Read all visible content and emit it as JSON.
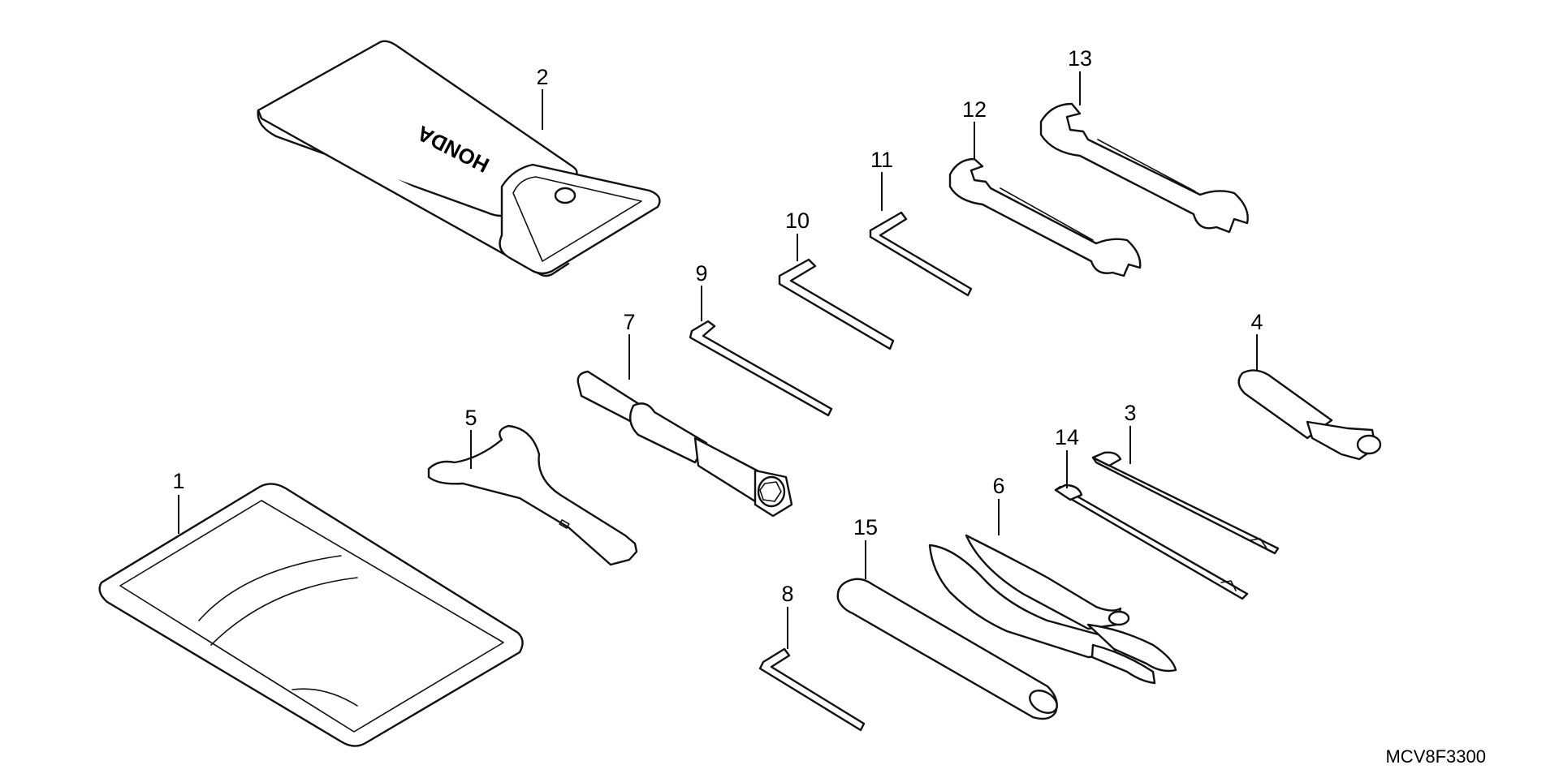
{
  "diagram": {
    "callouts": {
      "c1": "1",
      "c2": "2",
      "c3": "3",
      "c4": "4",
      "c5": "5",
      "c6": "6",
      "c7": "7",
      "c8": "8",
      "c9": "9",
      "c10": "10",
      "c11": "11",
      "c12": "12",
      "c13": "13",
      "c14": "14",
      "c15": "15"
    },
    "bag_logo": "HONDA",
    "drawing_code": "MCV8F3300"
  }
}
